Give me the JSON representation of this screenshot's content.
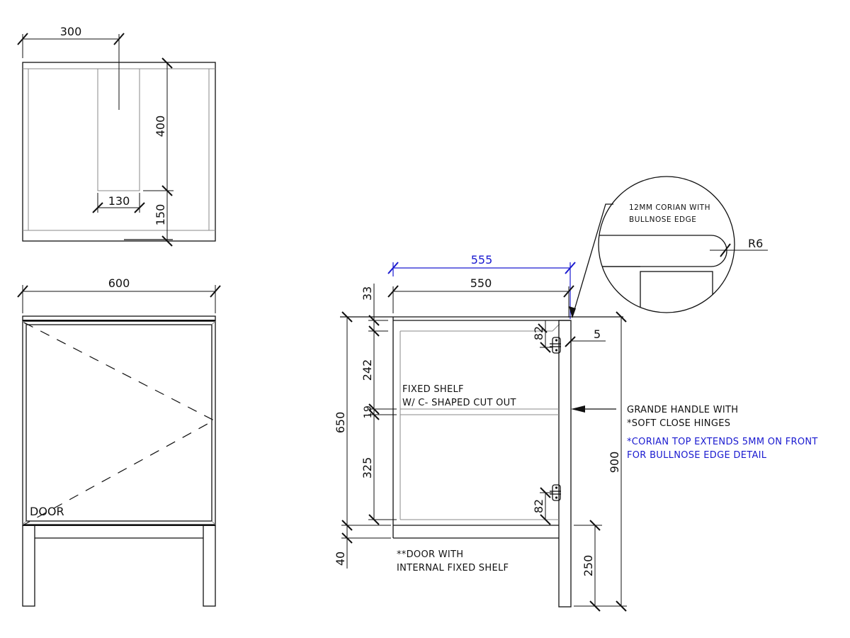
{
  "drawing": {
    "title": "Vanity cabinet shop drawing",
    "colors": {
      "line": "#111111",
      "annotation_blue": "#1a1ad0",
      "background": "#ffffff"
    },
    "plan_view": {
      "dims": {
        "basin_offset": "300",
        "basin_depth": "400",
        "cutout_width": "130",
        "back_offset": "150"
      }
    },
    "front_view": {
      "dims": {
        "overall_width": "600"
      },
      "labels": {
        "door": "DOOR"
      }
    },
    "section_view": {
      "dims": {
        "top_overall": "555",
        "carcass_width": "550",
        "top_thickness": "33",
        "upper_space": "242",
        "shelf_thickness": "19",
        "lower_space": "325",
        "carcass_height": "650",
        "base_rail": "40",
        "hinge_top_offset": "82",
        "hinge_bottom_offset": "82",
        "top_overhang": "5",
        "overall_height": "900",
        "leg_height": "250"
      },
      "notes": {
        "shelf_line1": "FIXED SHELF",
        "shelf_line2": "W/ C- SHAPED CUT OUT",
        "door_line1": "**DOOR WITH",
        "door_line2": "INTERNAL FIXED SHELF",
        "handle_line1": "GRANDE HANDLE WITH",
        "handle_line2": "*SOFT CLOSE HINGES",
        "corian_line1": "*CORIAN TOP EXTENDS 5MM ON FRONT",
        "corian_line2": "FOR BULLNOSE EDGE DETAIL"
      }
    },
    "detail_bubble": {
      "label_line1": "12MM CORIAN WITH",
      "label_line2": "BULLNOSE EDGE",
      "radius_label": "R6"
    }
  }
}
